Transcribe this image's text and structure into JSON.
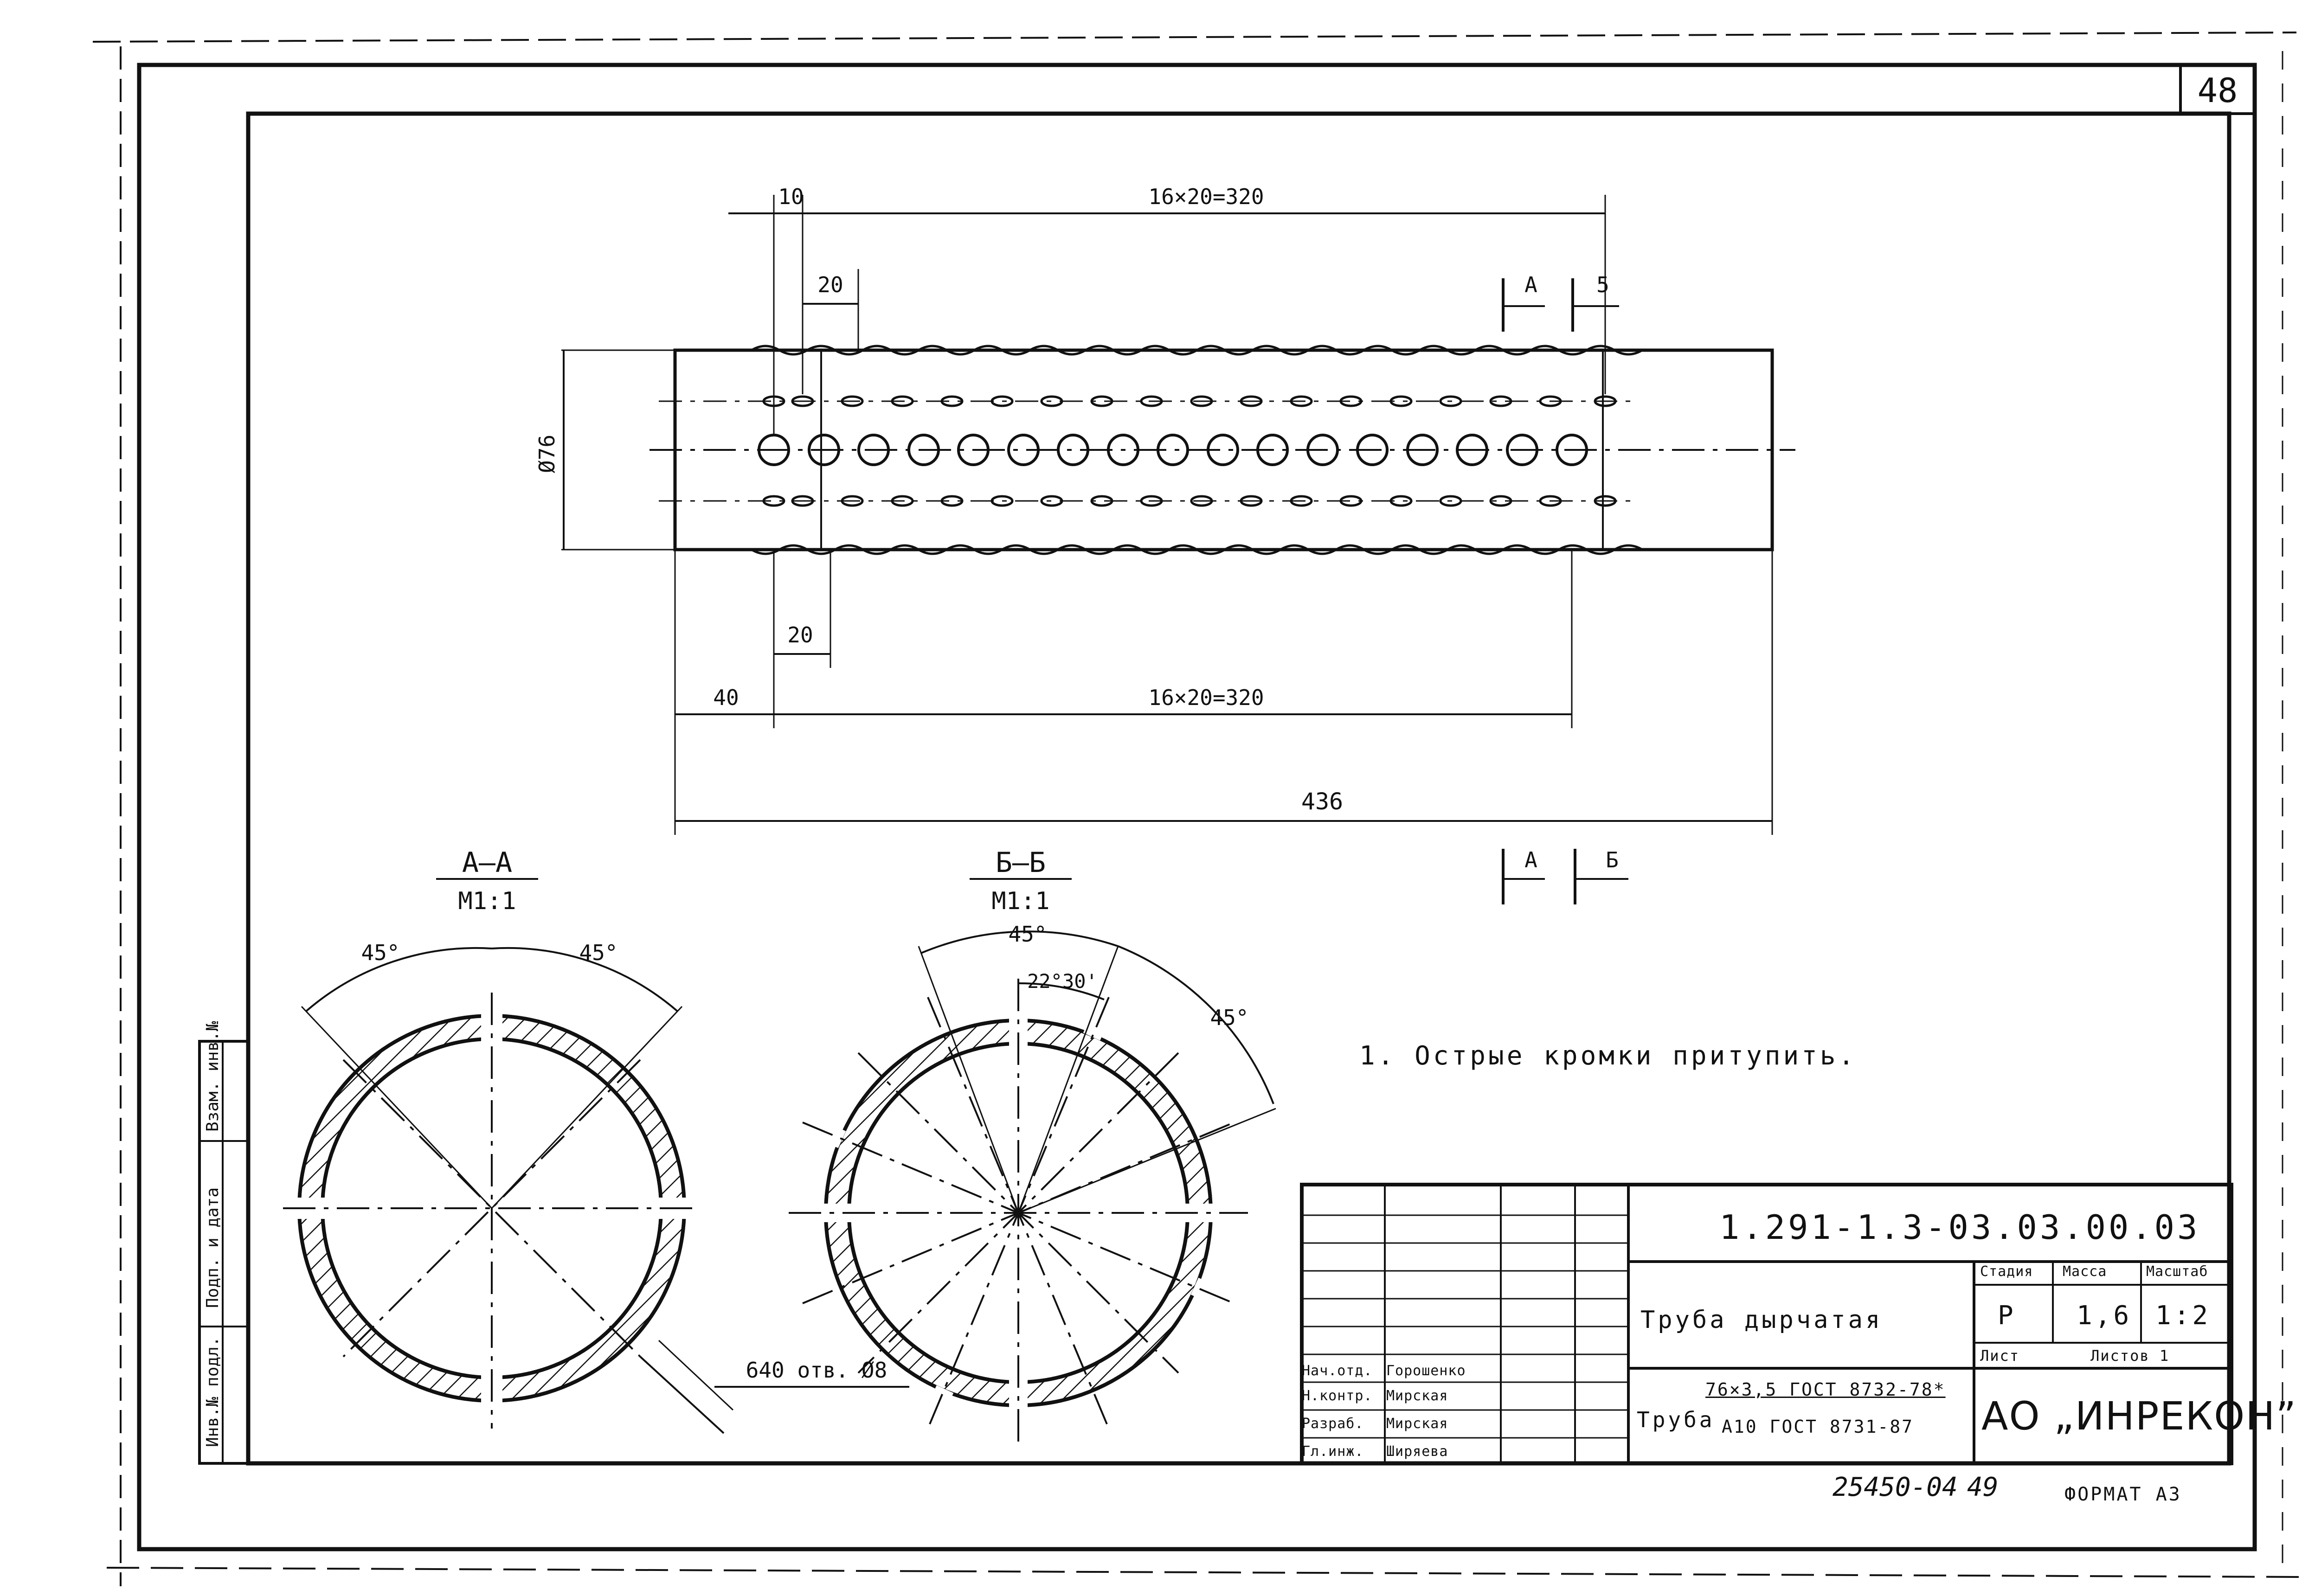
{
  "sheet": {
    "page_number": "48",
    "format_label": "ФОРМАТ А3",
    "archive_number": "25450-04",
    "archive_sheet": "49"
  },
  "left_stamp": {
    "cells": [
      "Инв.№ подл.",
      "Подп. и дата",
      "Взам. инв.№"
    ]
  },
  "main_view": {
    "dimensions": {
      "top_offset": "10",
      "top_span": "16×20=320",
      "hole_pitch_top": "20",
      "section_a_mark": "А",
      "end_offset": "5",
      "diameter": "Ø76",
      "hole_pitch_bottom": "20",
      "bottom_offset": "40",
      "bottom_span": "16×20=320",
      "overall_length": "436"
    },
    "section_markers": {
      "a": "А",
      "b": "Б"
    }
  },
  "sections": {
    "a": {
      "title": "А–А",
      "scale": "М1:1",
      "angle_left": "45°",
      "angle_right": "45°"
    },
    "b": {
      "title": "Б–Б",
      "scale": "М1:1",
      "angle_top": "45°",
      "angle_half": "22°30'",
      "angle_right": "45°"
    },
    "hole_callout": "640 отв. Ø8"
  },
  "notes": [
    "1. Острые кромки притупить."
  ],
  "title_block": {
    "designation": "1.291-1.3-03.03.00.03",
    "part_name": "Труба дырчатая",
    "material_prefix": "Труба",
    "material_line1": "76×3,5 ГОСТ 8732-78*",
    "material_line2": "А10 ГОСТ 8731-87",
    "company": "АО „ИНРЕКОН”",
    "stage_header": "Стадия",
    "mass_header": "Масса",
    "scale_header": "Масштаб",
    "stage_value": "Р",
    "mass_value": "1,6",
    "scale_value": "1:2",
    "sheet_label": "Лист",
    "sheets_label": "Листов 1",
    "roles": [
      {
        "role": "Нач.отд.",
        "name": "Горошенко"
      },
      {
        "role": "Н.контр.",
        "name": "Мирская"
      },
      {
        "role": "Разраб.",
        "name": "Мирская"
      },
      {
        "role": "Гл.инж.",
        "name": "Ширяева"
      }
    ]
  }
}
